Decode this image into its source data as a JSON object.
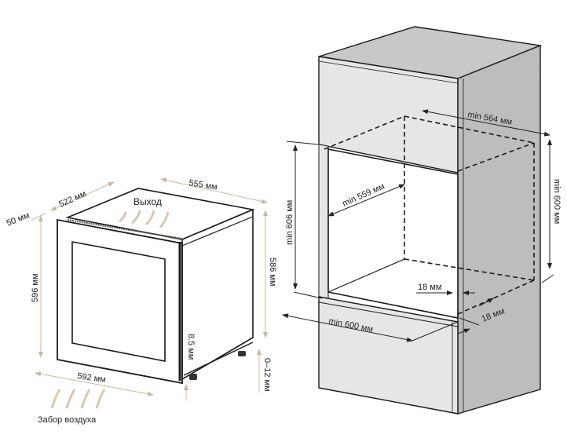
{
  "oven": {
    "labels": {
      "exhaust": "Выход",
      "intake": "Забор воздуха",
      "depth_top": "522 мм",
      "width_top": "555 мм",
      "door_thickness": "50 мм",
      "front_height": "596 мм",
      "body_height": "586 мм",
      "front_width": "592 мм",
      "foot_gap": "8.5 мм",
      "foot_adjust": "0–12 мм"
    }
  },
  "cabinet": {
    "labels": {
      "min_depth": "min 564 мм",
      "min_inner_width": "min 559 мм",
      "min_height": "min 606 мм",
      "min_height_rear": "min 600 мм",
      "side_thickness": "18 мм",
      "front_thickness": "18 мм",
      "min_width": "min 600 мм"
    }
  },
  "colors": {
    "dimension_line": "#c8b8a2",
    "outline": "#1a1a1a",
    "cabinet_front": "#e6e6e6",
    "cabinet_side": "#bdbdbd",
    "cabinet_top": "#c8c8c8",
    "arrow_fill": "#d9c8b2"
  }
}
